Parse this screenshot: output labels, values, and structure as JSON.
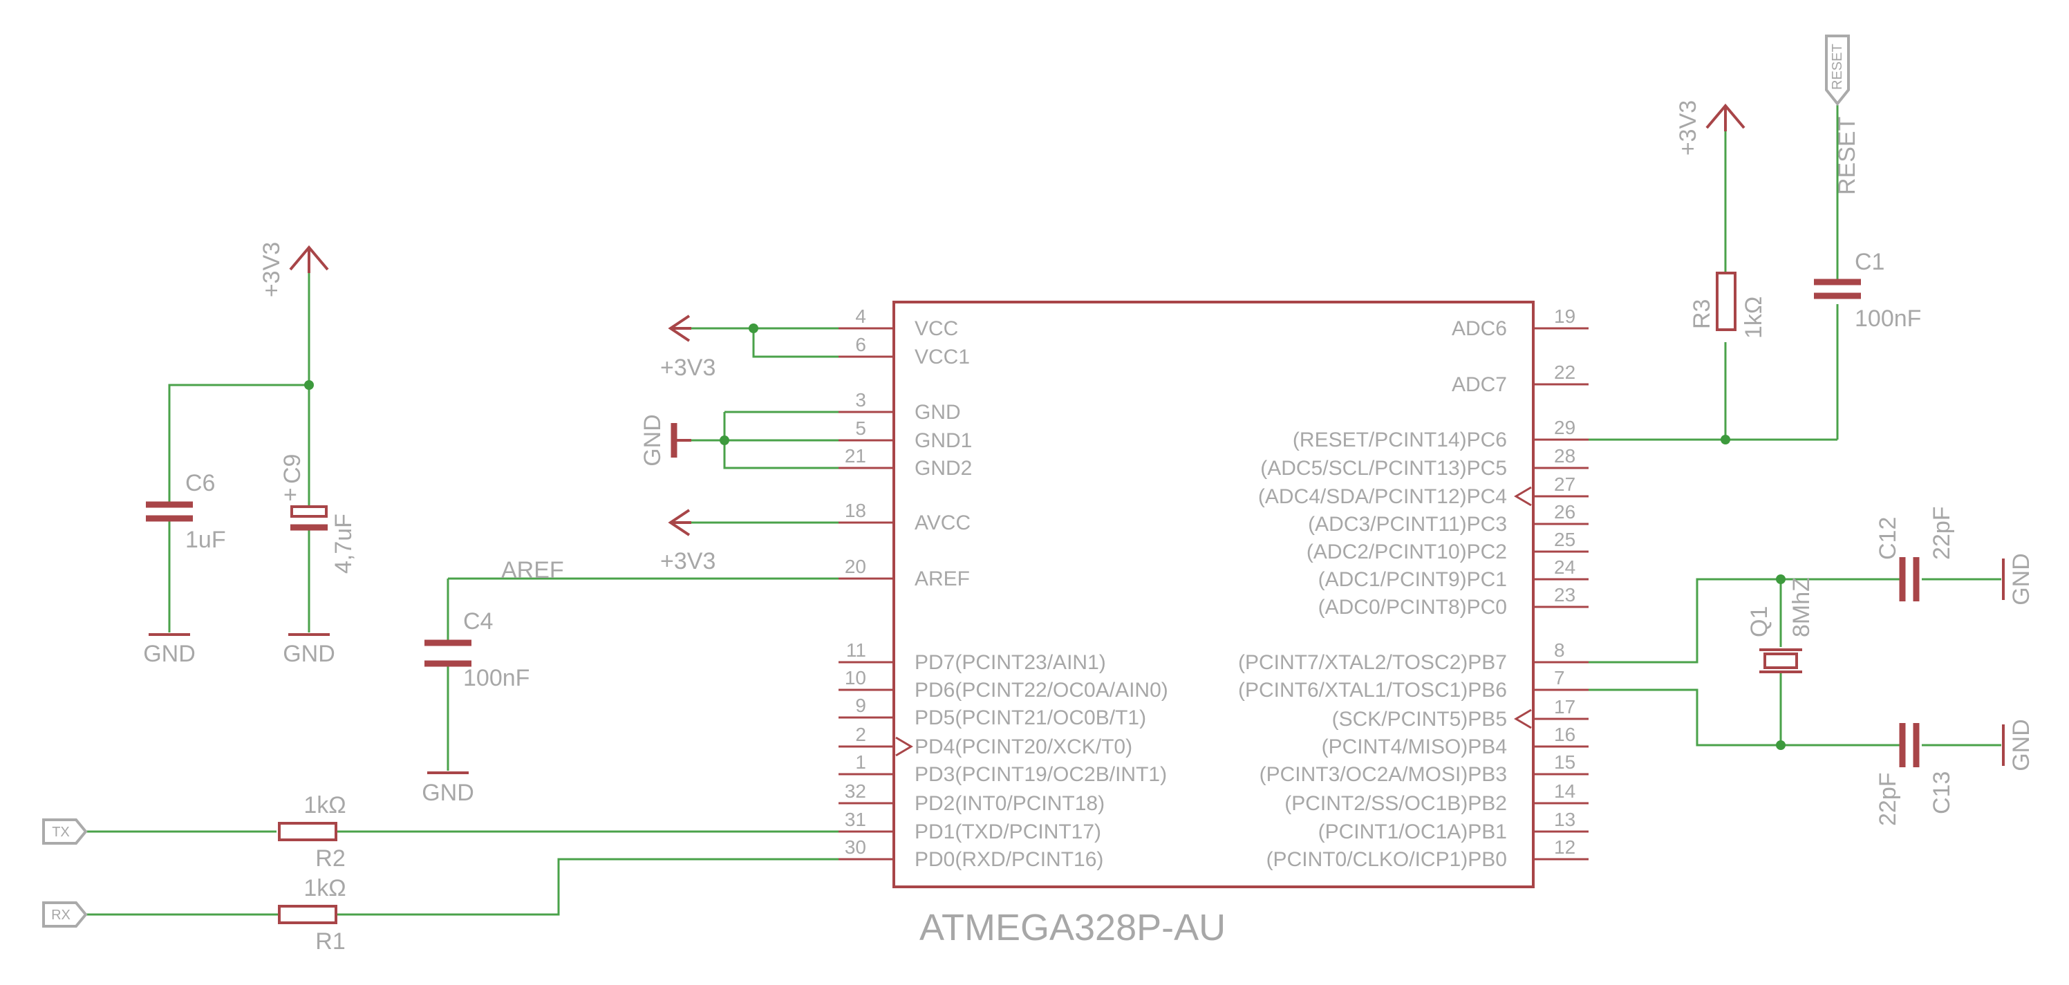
{
  "colors": {
    "wire": "#4aa24a",
    "symbol": "#a84548",
    "text": "#a7a7a7",
    "port": "#aaaaaa"
  },
  "mcu": {
    "part": "ATMEGA328P-AU",
    "left_pins": [
      {
        "num": "4",
        "name": "VCC"
      },
      {
        "num": "6",
        "name": "VCC1"
      },
      {
        "num": "3",
        "name": "GND"
      },
      {
        "num": "5",
        "name": "GND1"
      },
      {
        "num": "21",
        "name": "GND2"
      },
      {
        "num": "18",
        "name": "AVCC"
      },
      {
        "num": "20",
        "name": "AREF"
      },
      {
        "num": "11",
        "name": "PD7(PCINT23/AIN1)"
      },
      {
        "num": "10",
        "name": "PD6(PCINT22/OC0A/AIN0)"
      },
      {
        "num": "9",
        "name": "PD5(PCINT21/OC0B/T1)"
      },
      {
        "num": "2",
        "name": "PD4(PCINT20/XCK/T0)"
      },
      {
        "num": "1",
        "name": "PD3(PCINT19/OC2B/INT1)"
      },
      {
        "num": "32",
        "name": "PD2(INT0/PCINT18)"
      },
      {
        "num": "31",
        "name": "PD1(TXD/PCINT17)"
      },
      {
        "num": "30",
        "name": "PD0(RXD/PCINT16)"
      }
    ],
    "right_pins": [
      {
        "num": "19",
        "name": "ADC6"
      },
      {
        "num": "22",
        "name": "ADC7"
      },
      {
        "num": "29",
        "name": "(RESET/PCINT14)PC6"
      },
      {
        "num": "28",
        "name": "(ADC5/SCL/PCINT13)PC5"
      },
      {
        "num": "27",
        "name": "(ADC4/SDA/PCINT12)PC4"
      },
      {
        "num": "26",
        "name": "(ADC3/PCINT11)PC3"
      },
      {
        "num": "25",
        "name": "(ADC2/PCINT10)PC2"
      },
      {
        "num": "24",
        "name": "(ADC1/PCINT9)PC1"
      },
      {
        "num": "23",
        "name": "(ADC0/PCINT8)PC0"
      },
      {
        "num": "8",
        "name": "(PCINT7/XTAL2/TOSC2)PB7"
      },
      {
        "num": "7",
        "name": "(PCINT6/XTAL1/TOSC1)PB6"
      },
      {
        "num": "17",
        "name": "(SCK/PCINT5)PB5"
      },
      {
        "num": "16",
        "name": "(PCINT4/MISO)PB4"
      },
      {
        "num": "15",
        "name": "(PCINT3/OC2A/MOSI)PB3"
      },
      {
        "num": "14",
        "name": "(PCINT2/SS/OC1B)PB2"
      },
      {
        "num": "13",
        "name": "(PCINT1/OC1A)PB1"
      },
      {
        "num": "12",
        "name": "(PCINT0/CLKO/ICP1)PB0"
      }
    ]
  },
  "power": {
    "v3v3": "+3V3",
    "gnd": "GND",
    "aref_net": "AREF",
    "reset_net": "RESET"
  },
  "components": {
    "c6": {
      "ref": "C6",
      "value": "1uF"
    },
    "c9": {
      "ref": "C9",
      "value": "4,7uF",
      "polarity": "+"
    },
    "c4": {
      "ref": "C4",
      "value": "100nF"
    },
    "c1": {
      "ref": "C1",
      "value": "100nF"
    },
    "r3": {
      "ref": "R3",
      "value": "1kΩ"
    },
    "r2": {
      "ref": "R2",
      "value": "1kΩ"
    },
    "r1": {
      "ref": "R1",
      "value": "1kΩ"
    },
    "q1": {
      "ref": "Q1",
      "value": "8MhZ"
    },
    "c12": {
      "ref": "C12",
      "value": "22pF"
    },
    "c13": {
      "ref": "C13",
      "value": "22pF"
    }
  },
  "ports": {
    "tx": "TX",
    "rx": "RX",
    "reset": "RESET"
  }
}
